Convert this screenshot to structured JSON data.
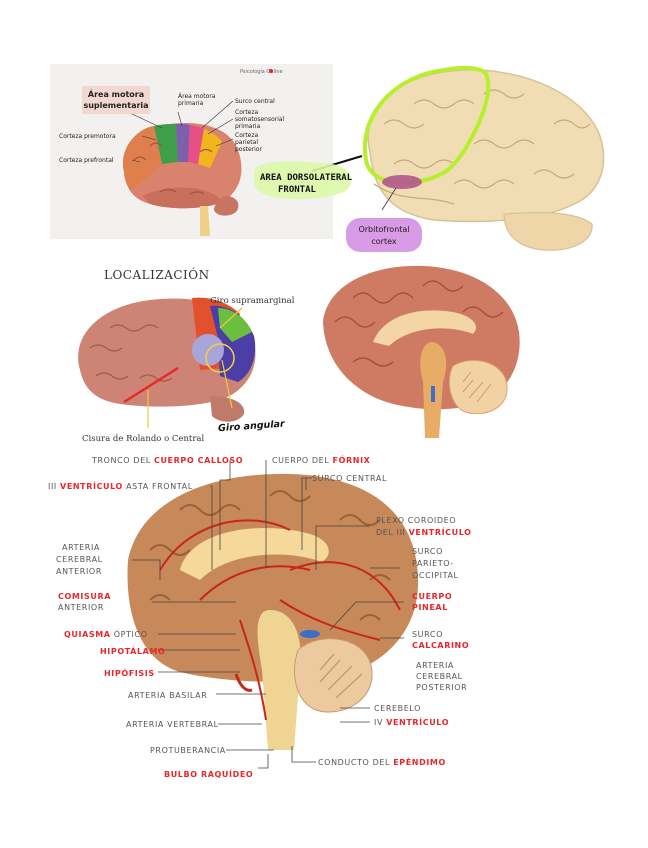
{
  "panel1": {
    "brand": "Psicología Online",
    "title_line1": "Área motora",
    "title_line2": "suplementaria",
    "labels": {
      "motora1": "Área motora",
      "motora2": "primaria",
      "central": "Surco central",
      "soma1": "Corteza",
      "soma2": "somatosensorial",
      "soma3": "primaria",
      "pariet1": "Corteza",
      "pariet2": "parietal",
      "pariet3": "posterior",
      "premotora": "Corteza premotora",
      "prefrontal": "Corteza prefrontal"
    }
  },
  "panel2": {
    "dorso1": "AREA DORSOLATERAL",
    "dorso2": "FRONTAL",
    "orbito1": "Orbitofrontal",
    "orbito2": "cortex"
  },
  "panel3": {
    "title": "LOCALIZACIÓN",
    "supramarginal": "Giro supramarginal",
    "angular": "Giro angular",
    "rolando": "Cisura de Rolando o Central"
  },
  "panel5": {
    "tronco_a": "TRONCO DEL ",
    "tronco_b": "CUERPO CALLOSO",
    "fornix_a": "CUERPO DEL ",
    "fornix_b": "FÓRNIX",
    "ventriculo3_a": "III ",
    "ventriculo3_b": "VENTRÍCULO",
    "ventriculo3_c": " ASTA FRONTAL",
    "surco_central": "SURCO CENTRAL",
    "plexo1": "PLEXO COROIDEO",
    "plexo2_a": "DEL III ",
    "plexo2_b": "VENTRÍCULO",
    "art_cer_ant1": "ARTERIA",
    "art_cer_ant2": "CEREBRAL",
    "art_cer_ant3": "ANTERIOR",
    "surco_po1": "SURCO",
    "surco_po2": "PARIETO-",
    "surco_po3": "OCCIPITAL",
    "comisura1": "COMISURA",
    "comisura2": "ANTERIOR",
    "pineal1": "CUERPO",
    "pineal2": "PINEAL",
    "quiasma_a": "QUIASMA",
    "quiasma_b": " ÓPTICO",
    "surco_calc1": "SURCO",
    "surco_calc2": "CALCARINO",
    "hipotalamo": "HIPOTÁLAMO",
    "hipofisis": "HIPÓFISIS",
    "art_cer_post1": "ARTERIA",
    "art_cer_post2": "CEREBRAL",
    "art_cer_post3": "POSTERIOR",
    "art_basilar": "ARTERIA BASILAR",
    "cerebelo": "CEREBELO",
    "art_vertebral": "ARTERIA VERTEBRAL",
    "ventriculo4_a": "IV ",
    "ventriculo4_b": "VENTRÍCULO",
    "protuberancia": "PROTUBERANCIA",
    "bulbo": "BULBO RAQUÍDEO",
    "ependimo_a": "CONDUCTO DEL ",
    "ependimo_b": "EPÉNDIMO"
  },
  "colors": {
    "brain": "#d9826d",
    "brain_dark": "#b85a48",
    "prefrontal": "#e07f4e",
    "premotora": "#3f9e4a",
    "motora": "#7d5fae",
    "somato": "#e84f86",
    "parietal": "#f2b51d",
    "dorsolateral_outline": "#b6ef2e",
    "orbitofrontal": "#c06ad6",
    "label_red": "#e8262b",
    "label_gray": "#555555"
  }
}
